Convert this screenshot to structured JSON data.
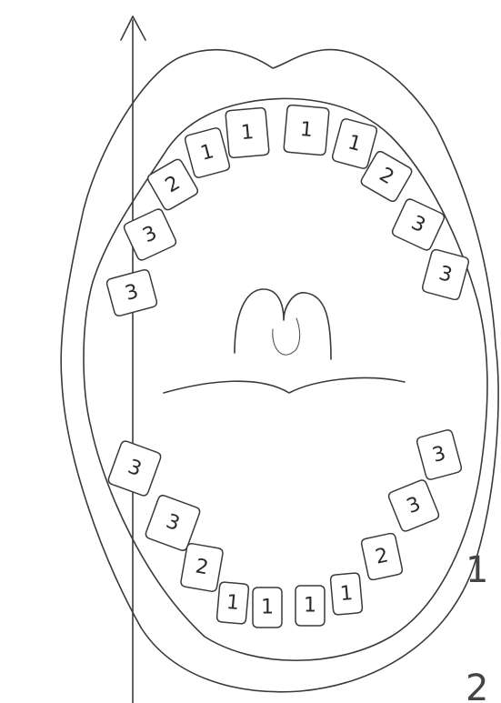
{
  "teeth": {
    "upper": [
      {
        "label": "3"
      },
      {
        "label": "3"
      },
      {
        "label": "2"
      },
      {
        "label": "1"
      },
      {
        "label": "1"
      },
      {
        "label": "1"
      },
      {
        "label": "1"
      },
      {
        "label": "2"
      },
      {
        "label": "3"
      },
      {
        "label": "3"
      }
    ],
    "lower": [
      {
        "label": "3"
      },
      {
        "label": "3"
      },
      {
        "label": "2"
      },
      {
        "label": "1"
      },
      {
        "label": "1"
      },
      {
        "label": "1"
      },
      {
        "label": "1"
      },
      {
        "label": "2"
      },
      {
        "label": "3"
      },
      {
        "label": "3"
      }
    ]
  },
  "margin": {
    "mark_1": "1",
    "mark_2": "2"
  }
}
